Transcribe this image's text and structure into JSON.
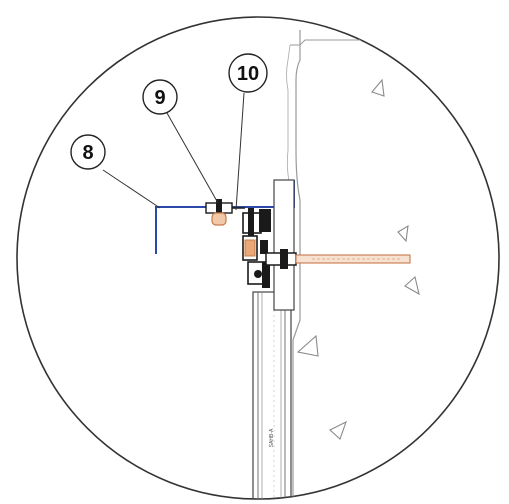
{
  "detail": {
    "callouts": [
      {
        "id": "8",
        "label": "8"
      },
      {
        "id": "9",
        "label": "9"
      },
      {
        "id": "10",
        "label": "10"
      }
    ],
    "profile_marking": "SAHB-A"
  },
  "colors": {
    "outline": "#333333",
    "concrete_outline": "#9a9a9a",
    "bracket_blue": "#2b4aa8",
    "anchor_orange": "#c87a4a",
    "bolt_dark": "#1a1a1a"
  }
}
